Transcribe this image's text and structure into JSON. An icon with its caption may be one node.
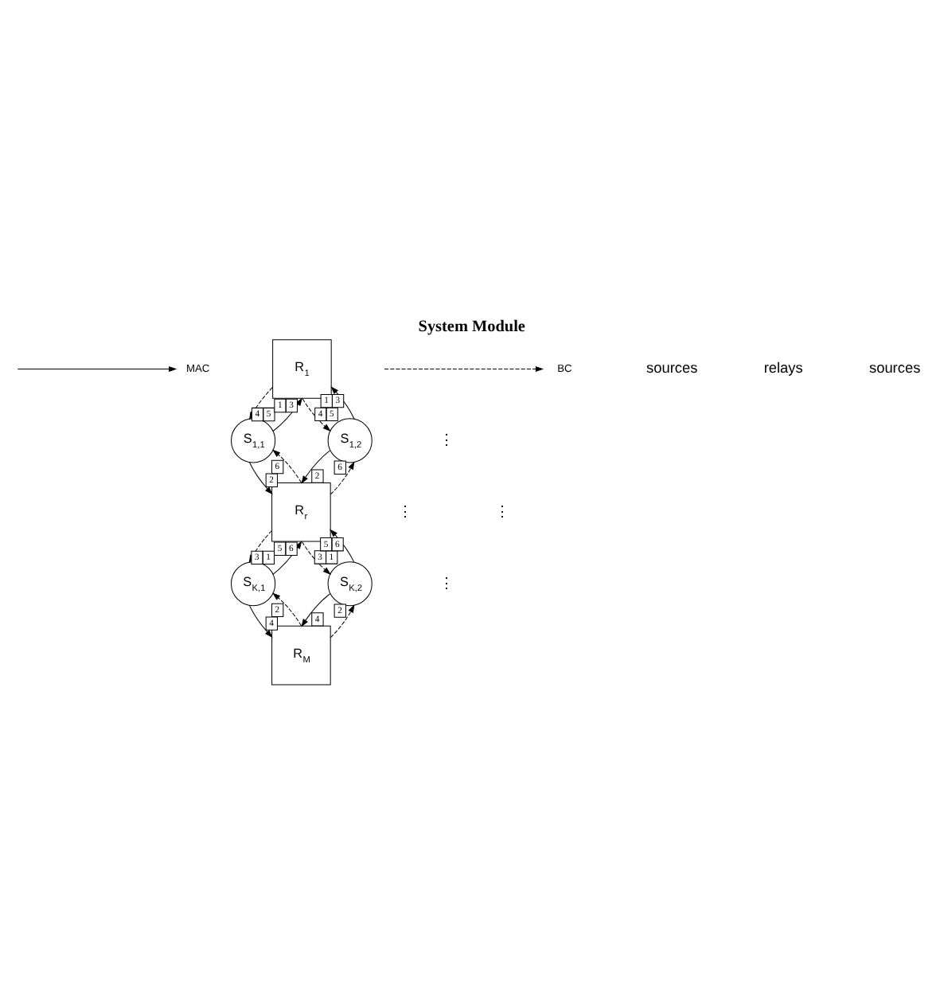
{
  "diagram": {
    "title": "System Module",
    "nodes": [
      {
        "text": [
          "S$_{1,1}$"
        ]
      },
      {
        "text": [
          "R$_{1}$"
        ]
      },
      {
        "text": [
          "S$_{1,2}$"
        ]
      },
      {
        "text": [
          "R$_{r}$"
        ]
      },
      {
        "text": [
          "S$_{K,1}$"
        ]
      },
      {
        "text": [
          "S$_{K,2}$"
        ]
      },
      {
        "text": [
          "R$_{M}$"
        ]
      }
    ],
    "edges": [
      {
        "from": 0,
        "to": 1,
        "arrow": "to",
        "label": "1 3"
      },
      {
        "from": 1,
        "to": 0,
        "arrow": "to",
        "label": "4 5",
        "style": "dashed"
      },
      {
        "from": 2,
        "to": 1,
        "arrow": "to",
        "label": "1 3"
      },
      {
        "from": 1,
        "to": 2,
        "arrow": "to",
        "label": "4 5",
        "style": "dashed"
      },
      {
        "from": 0,
        "to": 3,
        "arrow": "to",
        "label": "2"
      },
      {
        "from": 3,
        "to": 0,
        "arrow": "to",
        "label": "6",
        "style": "dashed"
      },
      {
        "from": 2,
        "to": 3,
        "arrow": "to",
        "label": "2"
      },
      {
        "from": 3,
        "to": 2,
        "arrow": "to",
        "label": "6",
        "style": "dashed"
      },
      {
        "from": 4,
        "to": 3,
        "arrow": "to",
        "label": "5 6"
      },
      {
        "from": 3,
        "to": 4,
        "arrow": "to",
        "label": "3 1",
        "style": "dashed"
      },
      {
        "from": 5,
        "to": 3,
        "arrow": "to",
        "label": "5 6"
      },
      {
        "from": 3,
        "to": 5,
        "arrow": "to",
        "label": "3 1",
        "style": "dashed"
      },
      {
        "from": 4,
        "to": 6,
        "arrow": "to",
        "label": "4"
      },
      {
        "from": 6,
        "to": 4,
        "arrow": "to",
        "label": "2",
        "style": "dashed"
      },
      {
        "from": 5,
        "to": 6,
        "arrow": "to",
        "label": "4"
      },
      {
        "from": 6,
        "to": 5,
        "arrow": "to",
        "label": "2",
        "style": "dashed"
      }
    ],
    "labels": [
      "⋮",
      "⋮",
      "⋮",
      "⋮",
      "sources",
      "relays",
      "sources"
    ],
    "legend": [
      {
        "text": "MAC"
      },
      {
        "text": "BC"
      }
    ]
  }
}
